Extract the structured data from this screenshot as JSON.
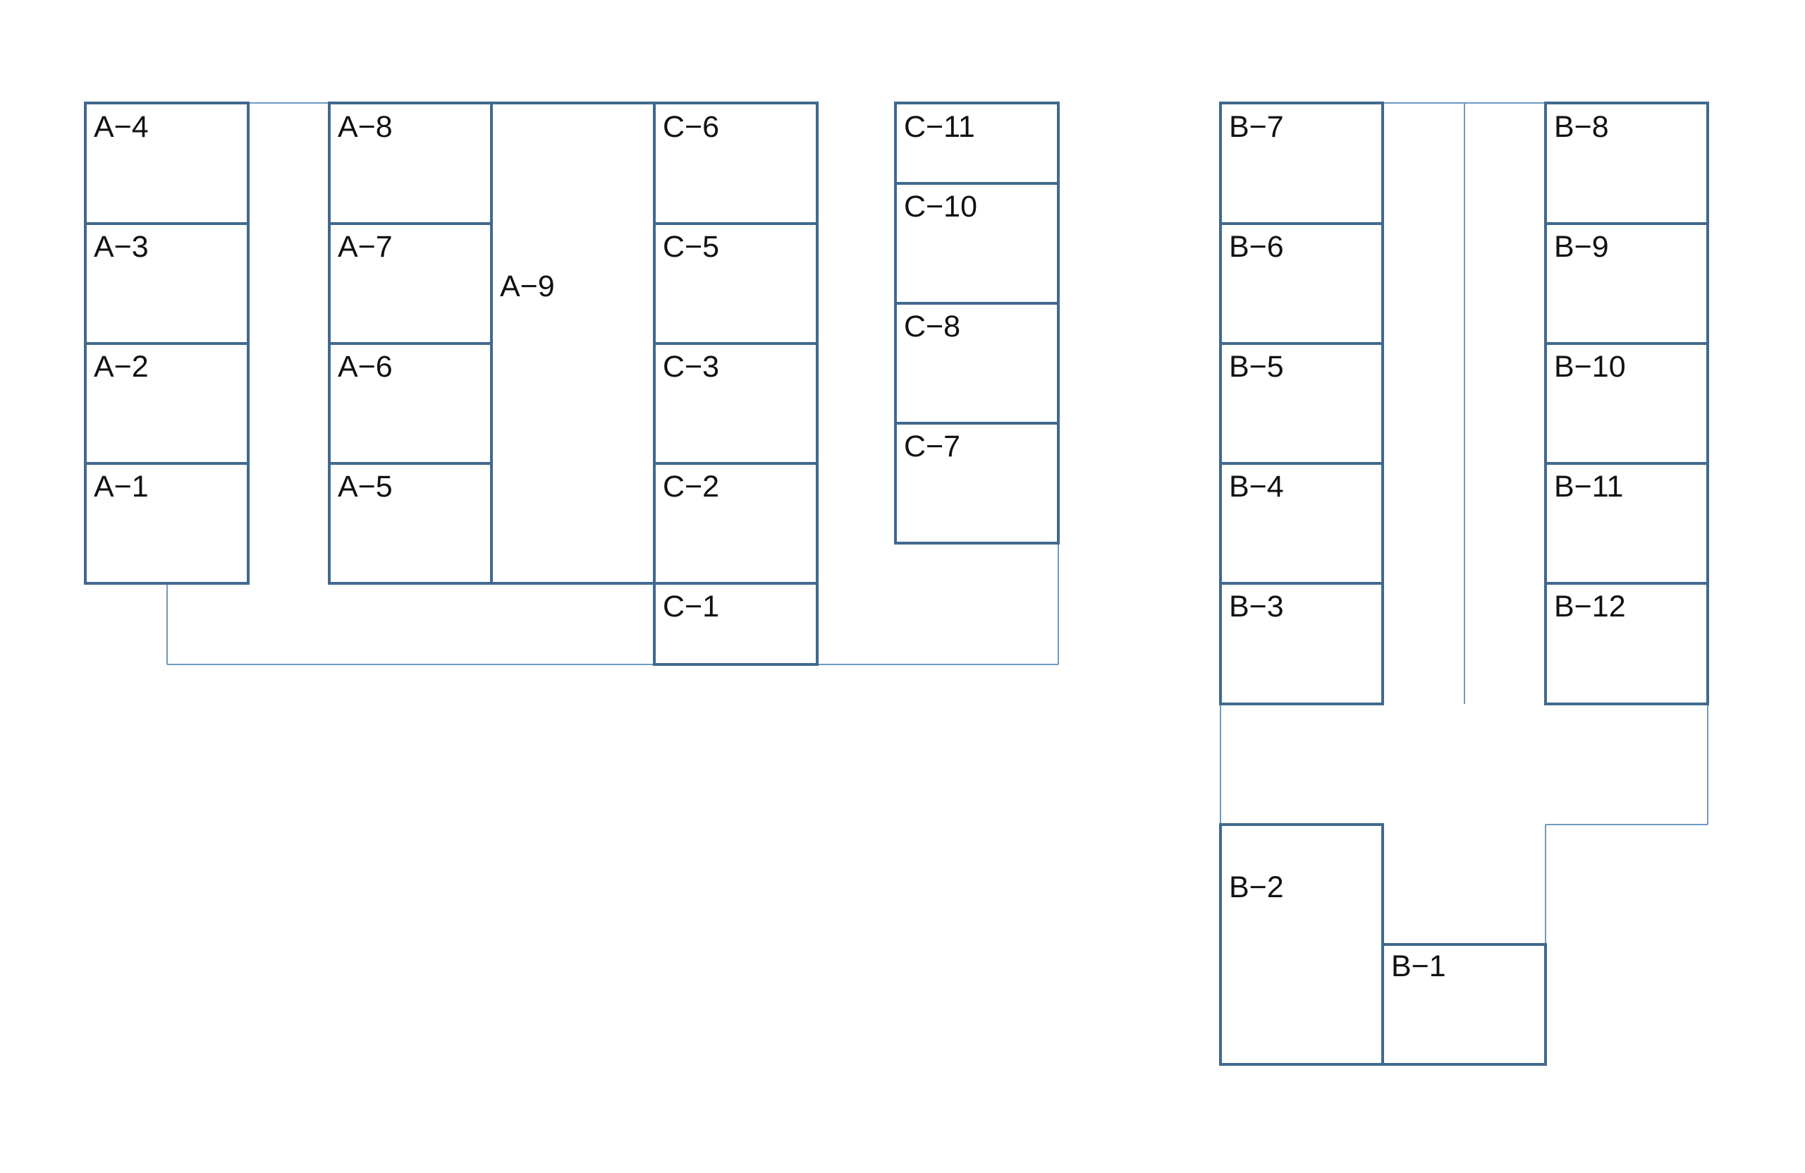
{
  "colors": {
    "stall_border": "#41698f",
    "aisle_line": "#6d9ac4",
    "label_text": "#111111",
    "background": "#ffffff"
  },
  "stalls": {
    "A-1": "A−1",
    "A-2": "A−2",
    "A-3": "A−3",
    "A-4": "A−4",
    "A-5": "A−5",
    "A-6": "A−6",
    "A-7": "A−7",
    "A-8": "A−8",
    "A-9": "A−9",
    "C-1": "C−1",
    "C-2": "C−2",
    "C-3": "C−3",
    "C-5": "C−5",
    "C-6": "C−6",
    "C-7": "C−7",
    "C-8": "C−8",
    "C-10": "C−10",
    "C-11": "C−11",
    "B-1": "B−1",
    "B-2": "B−2",
    "B-3": "B−3",
    "B-4": "B−4",
    "B-5": "B−5",
    "B-6": "B−6",
    "B-7": "B−7",
    "B-8": "B−8",
    "B-9": "B−9",
    "B-10": "B−10",
    "B-11": "B−11",
    "B-12": "B−12"
  }
}
